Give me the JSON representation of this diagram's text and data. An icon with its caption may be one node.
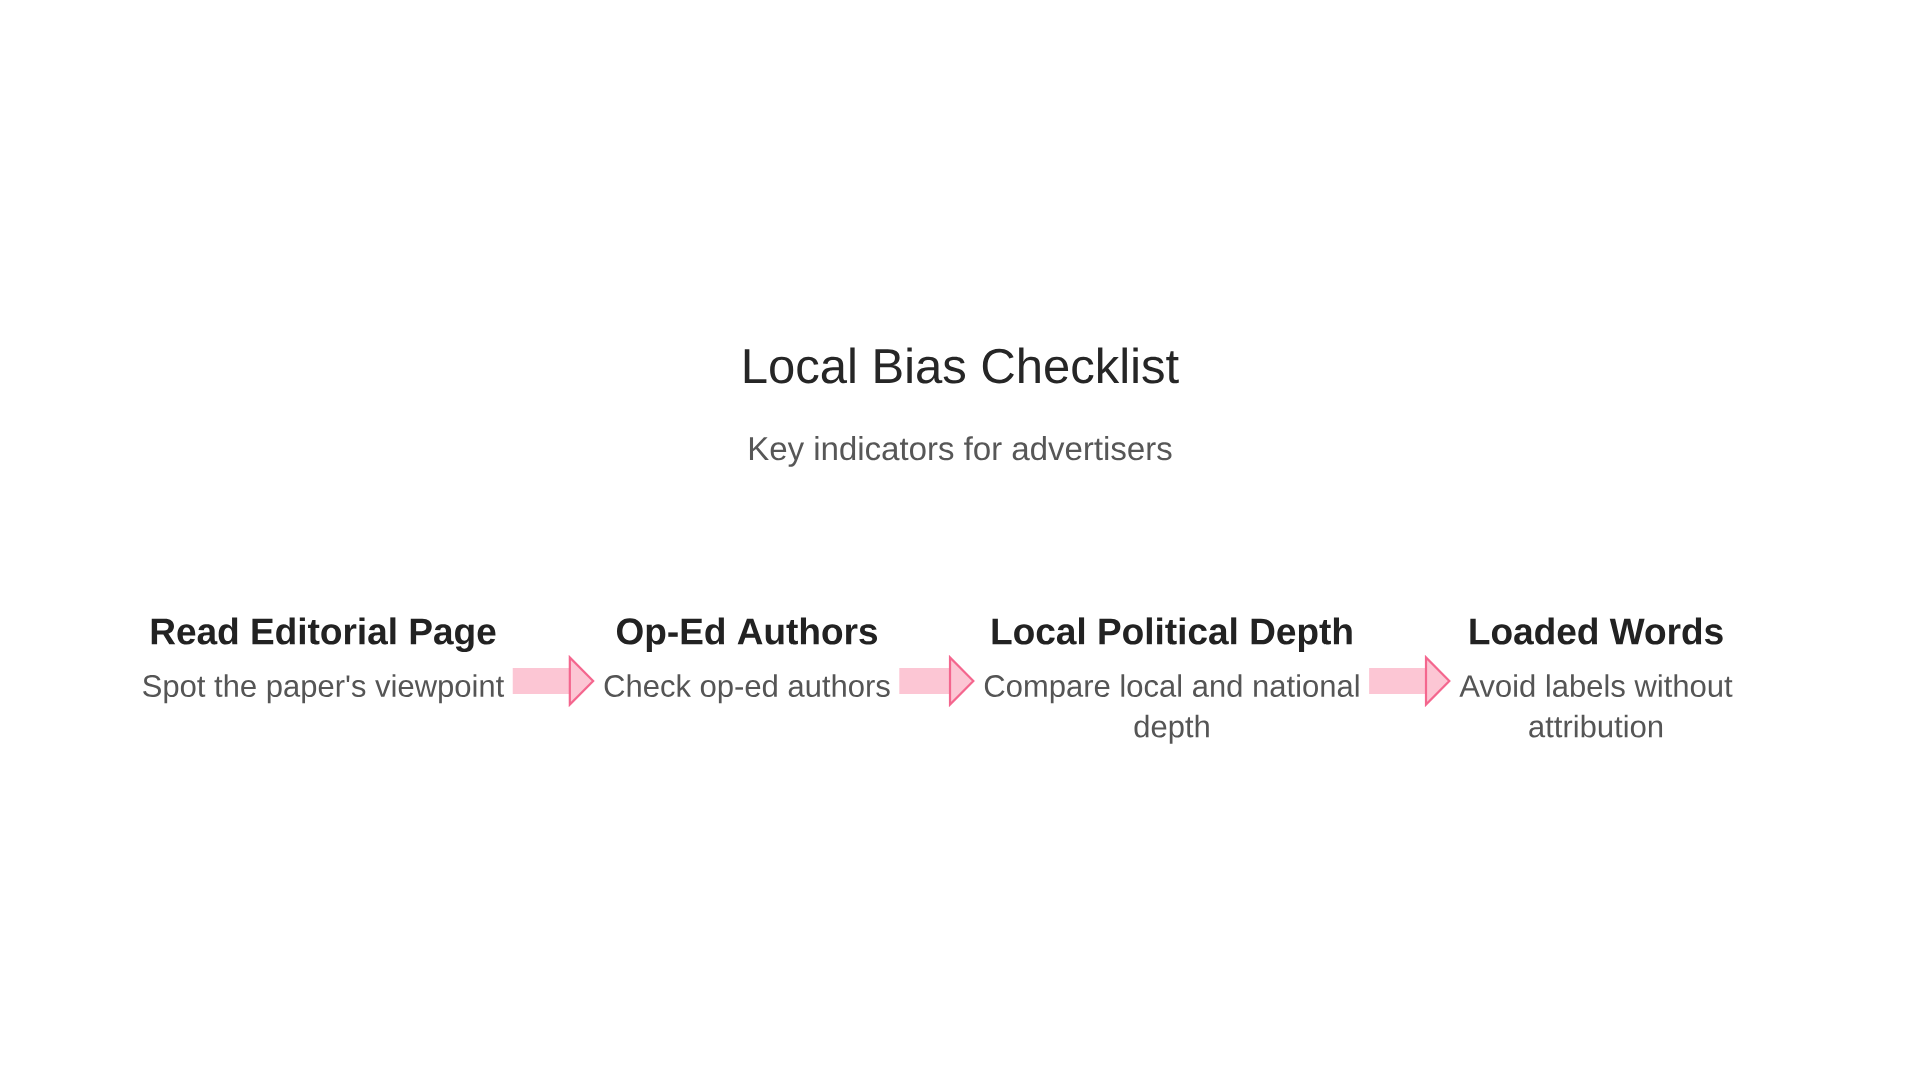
{
  "diagram": {
    "title": "Local Bias Checklist",
    "labels": [
      "Key indicators for advertisers"
    ],
    "nodes": [
      {
        "text": [
          "Read Editorial Page",
          "Spot the paper's viewpoint"
        ]
      },
      {
        "text": [
          "Op-Ed Authors",
          "Check op-ed authors"
        ]
      },
      {
        "text": [
          "Local Political Depth",
          "Compare local and national depth"
        ]
      },
      {
        "text": [
          "Loaded Words",
          "Avoid labels without attribution"
        ]
      }
    ],
    "edges": [
      {
        "from": 0,
        "to": 1,
        "arrow": "to"
      },
      {
        "from": 1,
        "to": 2,
        "arrow": "to"
      },
      {
        "from": 2,
        "to": 3,
        "arrow": "to"
      }
    ]
  }
}
